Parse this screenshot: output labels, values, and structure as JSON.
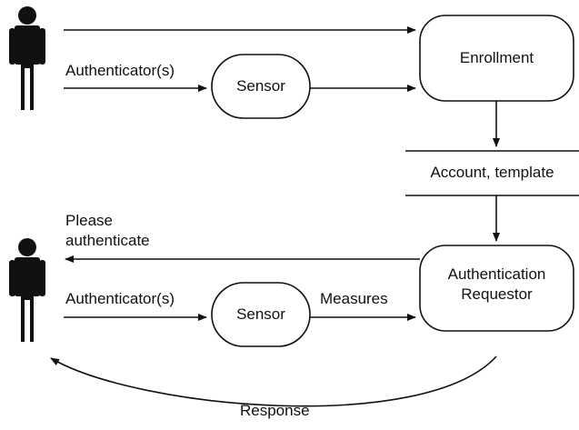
{
  "diagram": {
    "nodes": {
      "enrollment": "Enrollment",
      "sensor_top": "Sensor",
      "sensor_bottom": "Sensor",
      "auth_requestor_line1": "Authentication",
      "auth_requestor_line2": "Requestor",
      "store": "Account, template"
    },
    "edges": {
      "authenticators_top": "Authenticator(s)",
      "authenticators_bottom": "Authenticator(s)",
      "please_line1": "Please",
      "please_line2": "authenticate",
      "measures": "Measures",
      "response": "Response"
    },
    "colors": {
      "stroke": "#111111",
      "background": "#ffffff"
    },
    "icons": {
      "person_top": "person-icon",
      "person_bottom": "person-icon"
    }
  }
}
